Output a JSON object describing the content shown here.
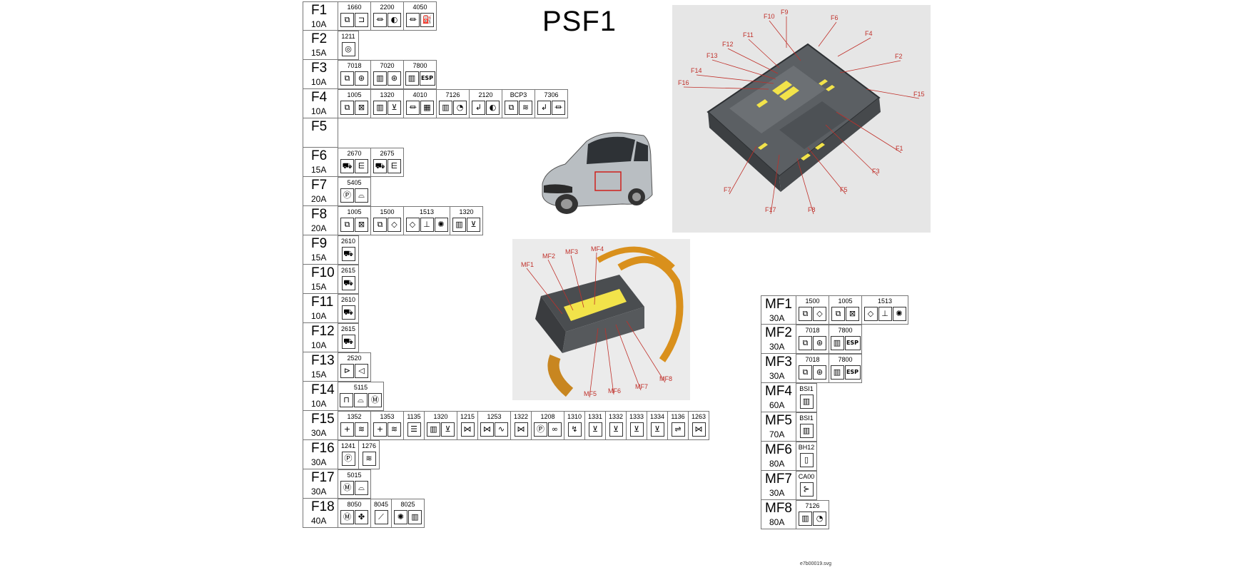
{
  "title": "PSF1",
  "footer": "e7b00019.svg",
  "fuses": [
    {
      "id": "F1",
      "amp": "10A",
      "items": [
        {
          "code": "1660",
          "icons": [
            "relay",
            "horn"
          ]
        },
        {
          "code": "2200",
          "icons": [
            "switch",
            "lamp"
          ]
        },
        {
          "code": "4050",
          "icons": [
            "switch",
            "pump"
          ]
        }
      ]
    },
    {
      "id": "F2",
      "amp": "15A",
      "items": [
        {
          "code": "1211",
          "icons": [
            "target"
          ]
        }
      ]
    },
    {
      "id": "F3",
      "amp": "10A",
      "items": [
        {
          "code": "7018",
          "icons": [
            "relay",
            "abs"
          ]
        },
        {
          "code": "7020",
          "icons": [
            "ecu",
            "abs"
          ]
        },
        {
          "code": "7800",
          "icons": [
            "ecu",
            "esp"
          ]
        }
      ]
    },
    {
      "id": "F4",
      "amp": "10A",
      "items": [
        {
          "code": "1005",
          "icons": [
            "relay",
            "cross"
          ]
        },
        {
          "code": "1320",
          "icons": [
            "ecu",
            "injector"
          ]
        },
        {
          "code": "4010",
          "icons": [
            "switch",
            "building"
          ]
        },
        {
          "code": "7126",
          "icons": [
            "ecu",
            "gauge"
          ]
        },
        {
          "code": "2120",
          "icons": [
            "curve",
            "lamp"
          ]
        },
        {
          "code": "BCP3",
          "icons": [
            "relay",
            "heater"
          ]
        },
        {
          "code": "7306",
          "icons": [
            "curve",
            "switch"
          ]
        }
      ]
    },
    {
      "id": "F5",
      "amp": "",
      "items": []
    },
    {
      "id": "F6",
      "amp": "15A",
      "items": [
        {
          "code": "2670",
          "icons": [
            "car",
            "foglamp"
          ]
        },
        {
          "code": "2675",
          "icons": [
            "car",
            "foglamp"
          ]
        }
      ]
    },
    {
      "id": "F7",
      "amp": "20A",
      "items": [
        {
          "code": "5405",
          "icons": [
            "pcircle",
            "wiper"
          ]
        }
      ]
    },
    {
      "id": "F8",
      "amp": "20A",
      "items": [
        {
          "code": "1005",
          "icons": [
            "relay",
            "cross"
          ]
        },
        {
          "code": "1500",
          "icons": [
            "relay",
            "diode"
          ]
        },
        {
          "code": "1513",
          "icons": [
            "diode",
            "coolant",
            "sun"
          ]
        },
        {
          "code": "1320",
          "icons": [
            "ecu",
            "injector"
          ]
        }
      ]
    },
    {
      "id": "F9",
      "amp": "15A",
      "items": [
        {
          "code": "2610",
          "icons": [
            "car"
          ]
        }
      ]
    },
    {
      "id": "F10",
      "amp": "15A",
      "items": [
        {
          "code": "2615",
          "icons": [
            "car"
          ]
        }
      ]
    },
    {
      "id": "F11",
      "amp": "10A",
      "items": [
        {
          "code": "2610",
          "icons": [
            "car"
          ]
        }
      ]
    },
    {
      "id": "F12",
      "amp": "10A",
      "items": [
        {
          "code": "2615",
          "icons": [
            "car"
          ]
        }
      ]
    },
    {
      "id": "F13",
      "amp": "15A",
      "items": [
        {
          "code": "2520",
          "icons": [
            "hornshape",
            "speaker"
          ]
        }
      ]
    },
    {
      "id": "F14",
      "amp": "10A",
      "items": [
        {
          "code": "5115",
          "icons": [
            "bag",
            "wiper",
            "motor"
          ]
        }
      ]
    },
    {
      "id": "F15",
      "amp": "30A",
      "items": [
        {
          "code": "1352",
          "icons": [
            "plus",
            "heater"
          ]
        },
        {
          "code": "1353",
          "icons": [
            "plus",
            "heater"
          ]
        },
        {
          "code": "1135",
          "icons": [
            "rearheat"
          ]
        },
        {
          "code": "1320",
          "icons": [
            "ecu",
            "injector"
          ]
        },
        {
          "code": "1215",
          "icons": [
            "valve"
          ]
        },
        {
          "code": "1253",
          "icons": [
            "valve",
            "wave"
          ]
        },
        {
          "code": "1322",
          "icons": [
            "valve"
          ]
        },
        {
          "code": "1208",
          "icons": [
            "pcircle",
            "coil"
          ]
        },
        {
          "code": "1310",
          "icons": [
            "spark"
          ]
        },
        {
          "code": "1331",
          "icons": [
            "injector"
          ]
        },
        {
          "code": "1332",
          "icons": [
            "injector"
          ]
        },
        {
          "code": "1333",
          "icons": [
            "injector"
          ]
        },
        {
          "code": "1334",
          "icons": [
            "injector"
          ]
        },
        {
          "code": "1136",
          "icons": [
            "flow"
          ]
        },
        {
          "code": "1263",
          "icons": [
            "valve"
          ]
        }
      ]
    },
    {
      "id": "F16",
      "amp": "30A",
      "items": [
        {
          "code": "1241",
          "icons": [
            "pcircle"
          ]
        },
        {
          "code": "1276",
          "icons": [
            "heater"
          ]
        }
      ]
    },
    {
      "id": "F17",
      "amp": "30A",
      "items": [
        {
          "code": "5015",
          "icons": [
            "motor",
            "wiper"
          ]
        }
      ]
    },
    {
      "id": "F18",
      "amp": "40A",
      "items": [
        {
          "code": "8050",
          "icons": [
            "motor",
            "fan"
          ]
        },
        {
          "code": "8045",
          "icons": [
            "diagonal"
          ]
        },
        {
          "code": "8025",
          "icons": [
            "sun",
            "ecu"
          ]
        }
      ]
    }
  ],
  "maxi_fuses": [
    {
      "id": "MF1",
      "amp": "30A",
      "items": [
        {
          "code": "1500",
          "icons": [
            "relay",
            "diode"
          ]
        },
        {
          "code": "1005",
          "icons": [
            "relay",
            "cross"
          ]
        },
        {
          "code": "1513",
          "icons": [
            "diode",
            "coolant",
            "sun"
          ]
        }
      ]
    },
    {
      "id": "MF2",
      "amp": "30A",
      "items": [
        {
          "code": "7018",
          "icons": [
            "relay",
            "abs"
          ]
        },
        {
          "code": "7800",
          "icons": [
            "ecu",
            "esp"
          ]
        }
      ]
    },
    {
      "id": "MF3",
      "amp": "30A",
      "items": [
        {
          "code": "7018",
          "icons": [
            "relay",
            "abs"
          ]
        },
        {
          "code": "7800",
          "icons": [
            "ecu",
            "esp"
          ]
        }
      ]
    },
    {
      "id": "MF4",
      "amp": "60A",
      "items": [
        {
          "code": "BSI1",
          "icons": [
            "ecu"
          ]
        }
      ]
    },
    {
      "id": "MF5",
      "amp": "70A",
      "items": [
        {
          "code": "BSI1",
          "icons": [
            "ecu"
          ]
        }
      ]
    },
    {
      "id": "MF6",
      "amp": "80A",
      "items": [
        {
          "code": "BH12",
          "icons": [
            "fusebox"
          ]
        }
      ]
    },
    {
      "id": "MF7",
      "amp": "30A",
      "items": [
        {
          "code": "CA00",
          "icons": [
            "ignition"
          ]
        }
      ]
    },
    {
      "id": "MF8",
      "amp": "80A",
      "items": [
        {
          "code": "7126",
          "icons": [
            "ecu",
            "gauge"
          ]
        }
      ]
    }
  ],
  "box_labels": [
    "F10",
    "F9",
    "F6",
    "F11",
    "F4",
    "F12",
    "F13",
    "F2",
    "F14",
    "F16",
    "F15",
    "F1",
    "F3",
    "F7",
    "F5",
    "F17",
    "F8"
  ],
  "maxi_labels": [
    "MF1",
    "MF2",
    "MF3",
    "MF4",
    "MF5",
    "MF6",
    "MF7",
    "MF8"
  ],
  "colors": {
    "label_red": "#c0302a",
    "fuse_yellow": "#f2e34a",
    "harness_orange": "#d9901c",
    "border": "#777777"
  }
}
